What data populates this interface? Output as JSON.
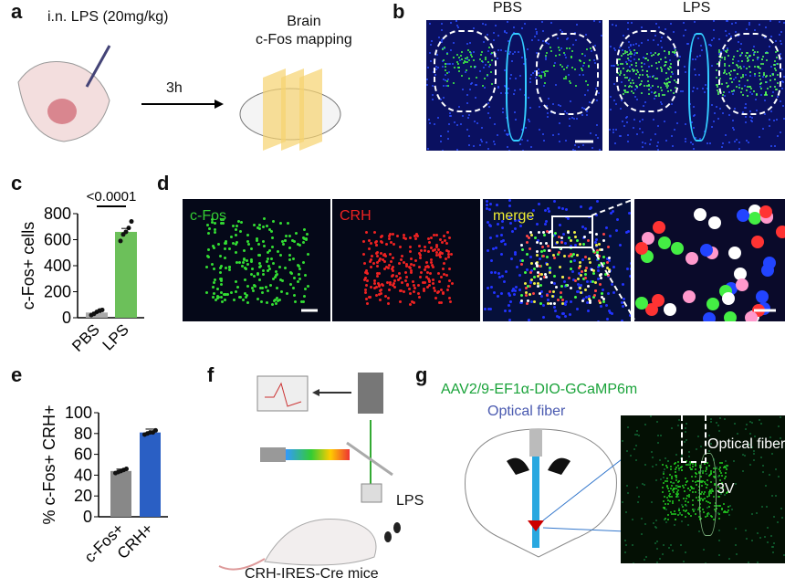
{
  "panels": {
    "a": "a",
    "b": "b",
    "c": "c",
    "d": "d",
    "e": "e",
    "f": "f",
    "g": "g"
  },
  "a": {
    "treatment": "i.n. LPS (20mg/kg)",
    "time": "3h",
    "mapping": "Brain\nc-Fos mapping"
  },
  "b": {
    "left": "PBS",
    "right": "LPS"
  },
  "d": {
    "cfos": "c-Fos",
    "crh": "CRH",
    "merge": "merge"
  },
  "f": {
    "mice": "CRH-IRES-Cre mice",
    "lps": "LPS"
  },
  "g": {
    "virus": "AAV2/9-EF1α-DIO-GCaMP6m",
    "fiber": "Optical fiber",
    "fiber2": "Optical fiber",
    "ventricle": "3V"
  },
  "colors": {
    "green": "#6cc05a",
    "gray": "#888888",
    "blue": "#2a5fc4",
    "virus": "#1aa33a",
    "fiber": "#4a5ab0"
  },
  "chart_data": [
    {
      "type": "bar",
      "panel": "c",
      "categories": [
        "PBS",
        "LPS"
      ],
      "values": [
        40,
        660
      ],
      "colors": [
        "#aaaaaa",
        "#6cc05a"
      ],
      "ylabel": "c-Fos+ cells",
      "ylim": [
        0,
        800
      ],
      "yticks": [
        0,
        200,
        400,
        600,
        800
      ],
      "annotation": "<0.0001",
      "points": [
        [
          20,
          30,
          45,
          55,
          60
        ],
        [
          590,
          640,
          660,
          690,
          740
        ]
      ]
    },
    {
      "type": "bar",
      "panel": "e",
      "categories": [
        "c-Fos+",
        "CRH+"
      ],
      "values": [
        44,
        81
      ],
      "colors": [
        "#888888",
        "#2a5fc4"
      ],
      "ylabel": "% c-Fos+ CRH+",
      "ylim": [
        0,
        100
      ],
      "yticks": [
        0,
        20,
        40,
        60,
        80,
        100
      ],
      "points": [
        [
          42,
          43,
          44,
          45,
          46
        ],
        [
          79,
          80,
          81,
          81,
          83
        ]
      ]
    }
  ]
}
